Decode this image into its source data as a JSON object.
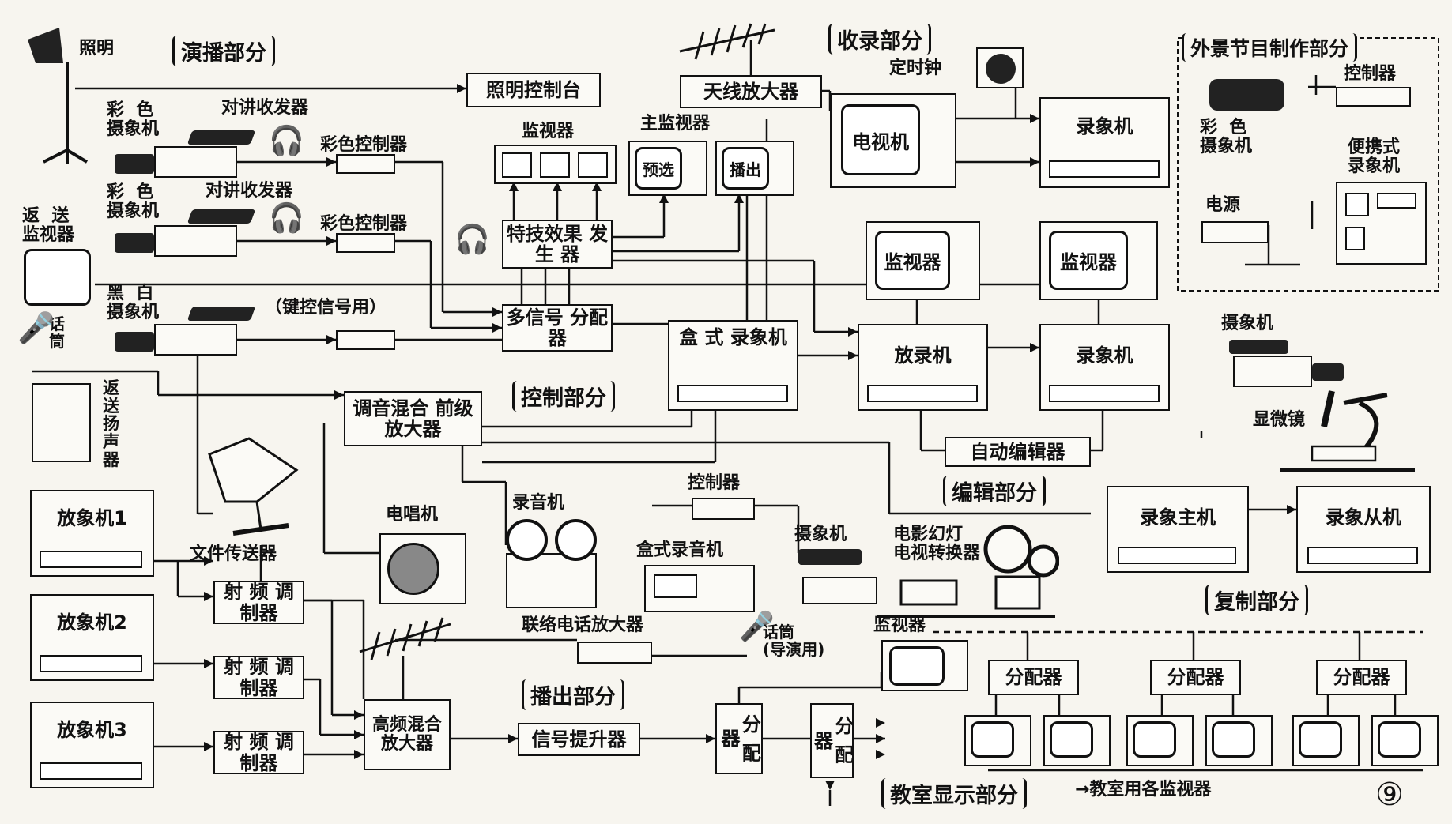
{
  "sections": {
    "broadcast": "演播部分",
    "record": "收录部分",
    "field": "外景节目制作部分",
    "control": "控制部分",
    "edit": "编辑部分",
    "copy": "复制部分",
    "output": "播出部分",
    "classroom": "教室显示部分"
  },
  "labels": {
    "lighting": "照明",
    "lighting_console": "照明控制台",
    "color_camera_1": "彩  色\n摄象机",
    "intercom_1": "对讲收发器",
    "color_ctrl_1": "彩色控制器",
    "color_camera_2": "彩  色\n摄象机",
    "intercom_2": "对讲收发器",
    "color_ctrl_2": "彩色控制器",
    "return_monitor": "返  送\n监视器",
    "bw_camera": "黑  白\n摄象机",
    "key_signal": "（键控信号用）",
    "mic": "话\n筒",
    "return_speaker": "返\n送\n扬\n声\n器",
    "monitor_group": "监视器",
    "main_monitor": "主监视器",
    "preview": "预选",
    "output_btn": "播出",
    "sfx": "特技效果\n发  生  器",
    "multi_dist": "多信号\n分配器",
    "audio_mixer": "调音混合\n前级放大器",
    "doc_transmitter": "文件传送器",
    "antenna_amp": "天线放大器",
    "tv_set": "电视机",
    "timer_clock": "定时钟",
    "vcr_record": "录象机",
    "monitor_a": "监视器",
    "monitor_b": "监视器",
    "cassette_vcr": "盒  式\n录象机",
    "player_recorder": "放录机",
    "vcr_edit": "录象机",
    "auto_editor": "自动编辑器",
    "field_ctrl": "控制器",
    "field_camera": "彩  色\n摄象机",
    "portable_vcr": "便携式\n录象机",
    "power": "电源",
    "microscope_camera": "摄象机",
    "microscope": "显微镜",
    "master_vcr": "录象主机",
    "slave_vcr": "录象从机",
    "vtr_1": "放象机1",
    "vtr_2": "放象机2",
    "vtr_3": "放象机3",
    "rf_mod_1": "射  频\n调制器",
    "rf_mod_2": "射  频\n调制器",
    "rf_mod_3": "射  频\n调制器",
    "hf_mixer": "高频混合\n放大器",
    "signal_booster": "信号提升器",
    "dist_1": "分\n配\n器",
    "dist_2": "分\n配\n器",
    "record_player": "电唱机",
    "tape_recorder": "录音机",
    "cassette_recorder": "盒式录音机",
    "controller_mid": "控制器",
    "film_camera": "摄象机",
    "telecine": "电影幻灯\n电视转换器",
    "phone_amp": "联络电话放大器",
    "director_mic": "话筒\n(导演用)",
    "monitor_out": "监视器",
    "splitter_1": "分配器",
    "splitter_2": "分配器",
    "splitter_3": "分配器",
    "classroom_monitors": "→教室用各监视器",
    "figure_no": "⑨"
  }
}
